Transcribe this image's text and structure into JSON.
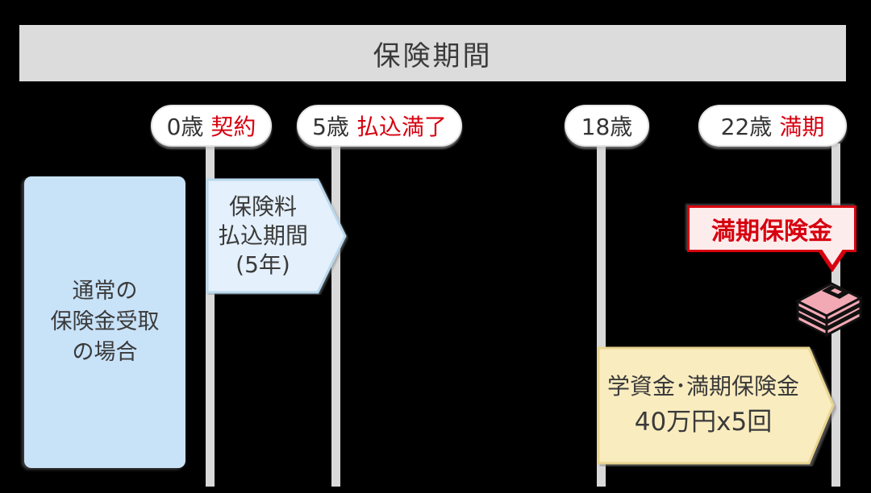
{
  "header": {
    "title": "保険期間"
  },
  "timeline": {
    "milestones": [
      {
        "age": "0歳",
        "event": "契約"
      },
      {
        "age": "5歳",
        "event": "払込満了"
      },
      {
        "age": "18歳",
        "event": ""
      },
      {
        "age": "22歳",
        "event": "満期"
      }
    ]
  },
  "left_box": {
    "lines": [
      "通常の",
      "保険金受取",
      "の場合"
    ]
  },
  "premium_arrow": {
    "lines": [
      "保険料",
      "払込期間",
      "(5年)"
    ]
  },
  "maturity_callout": {
    "label": "満期保険金"
  },
  "benefit_arrow": {
    "line1": "学資金･満期保険金",
    "line2": "40万円x5回"
  },
  "icons": {
    "money": "money-stack-icon"
  },
  "colors": {
    "background": "#000000",
    "header_bg": "#dcdcdc",
    "text_dark": "#3a3a3a",
    "accent_red": "#d7000f",
    "timeline_line": "#d9d9d9",
    "left_box_blue": "#c8e2f8",
    "premium_arrow_fill": "#e4f0fb",
    "premium_arrow_border": "#b9d8ee",
    "benefit_arrow_fill": "#f9ecbf",
    "benefit_arrow_border": "#e9d490",
    "callout_fill": "#fdecec",
    "money_pink": "#f2a9b4"
  }
}
